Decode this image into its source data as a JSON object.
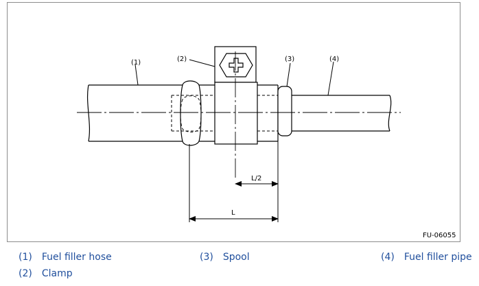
{
  "diagram": {
    "callouts": [
      "(1)",
      "(2)",
      "(3)",
      "(4)"
    ],
    "dimension_half": "L/2",
    "dimension_full": "L",
    "figure_id": "FU-06055"
  },
  "legend": [
    {
      "num": "(1)",
      "label": "Fuel filler hose"
    },
    {
      "num": "(3)",
      "label": "Spool"
    },
    {
      "num": "(4)",
      "label": "Fuel filler pipe"
    },
    {
      "num": "(2)",
      "label": "Clamp"
    }
  ]
}
